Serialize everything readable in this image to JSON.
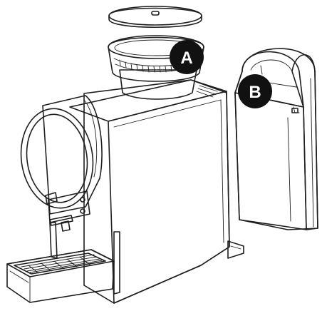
{
  "callouts": [
    {
      "label": "A",
      "part": "bean-container"
    },
    {
      "label": "B",
      "part": "water-tank"
    }
  ],
  "colors": {
    "highlight": "#f5a93a",
    "highlight_dark": "#d98a1c",
    "callout_bg": "#111111",
    "callout_text": "#ffffff",
    "outline": "#1e1e1e",
    "body": "#ffffff"
  }
}
